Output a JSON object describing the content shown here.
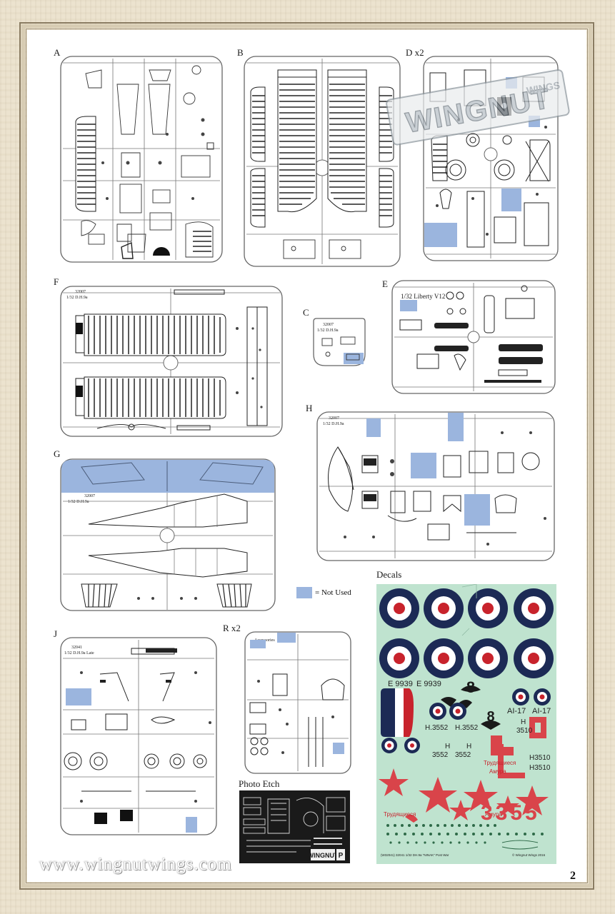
{
  "sprues": {
    "A": "A",
    "B": "B",
    "D": "D x2",
    "F": "F",
    "C": "C",
    "E": "E",
    "H": "H",
    "G": "G",
    "J": "J",
    "R": "R x2"
  },
  "sprue_codes": {
    "c_code": "32007",
    "c_sub": "1/32  D.H.9a",
    "e_text": "1/32  Liberty V12",
    "f_code": "32007",
    "f_sub": "1/32  D.H.9a",
    "g_code": "32007",
    "g_sub": "1/32  D.H.9a",
    "h_code": "32007",
    "h_sub": "1/32  D.H.9a",
    "j_code": "32041",
    "j_sub": "1/32  D.H.9a  Late",
    "r_sub": "Accessories"
  },
  "legend": {
    "label": "= Not Used",
    "color": "#9bb5de"
  },
  "sections": {
    "decals": "Decals",
    "photo_etch": "Photo Etch"
  },
  "decals": {
    "serial_1": "E 9939",
    "serial_2": "E 9939",
    "code_1": "AI-17",
    "code_2": "AI-17",
    "h3552_a": "H.3552",
    "h3552_b": "H.3552",
    "h_small_a": "H",
    "h_small_b": "H",
    "n3552_a": "3552",
    "n3552_b": "3552",
    "h_right": "H",
    "n3510_a": "3510",
    "h3510_a": "H3510",
    "h3510_b": "H3510",
    "cyr_1": "Трудящиеся",
    "cyr_2": "Амура",
    "cyr_3": "Трудящиеся",
    "cyr_4": "Амура",
    "big_num": "3355",
    "footer": "(W32041)  32041  1/32  DH.9a  \"NINAK\" Post War",
    "copyright": "© Wingnut Wings 2016",
    "roundel_blue": "#1c2a55",
    "roundel_red": "#c8232c",
    "star_red": "#d9444a"
  },
  "footer": {
    "url": "www.wingnutwings.com",
    "page_number": "2"
  },
  "brand": {
    "watermark": "WINGNUT WINGS"
  }
}
